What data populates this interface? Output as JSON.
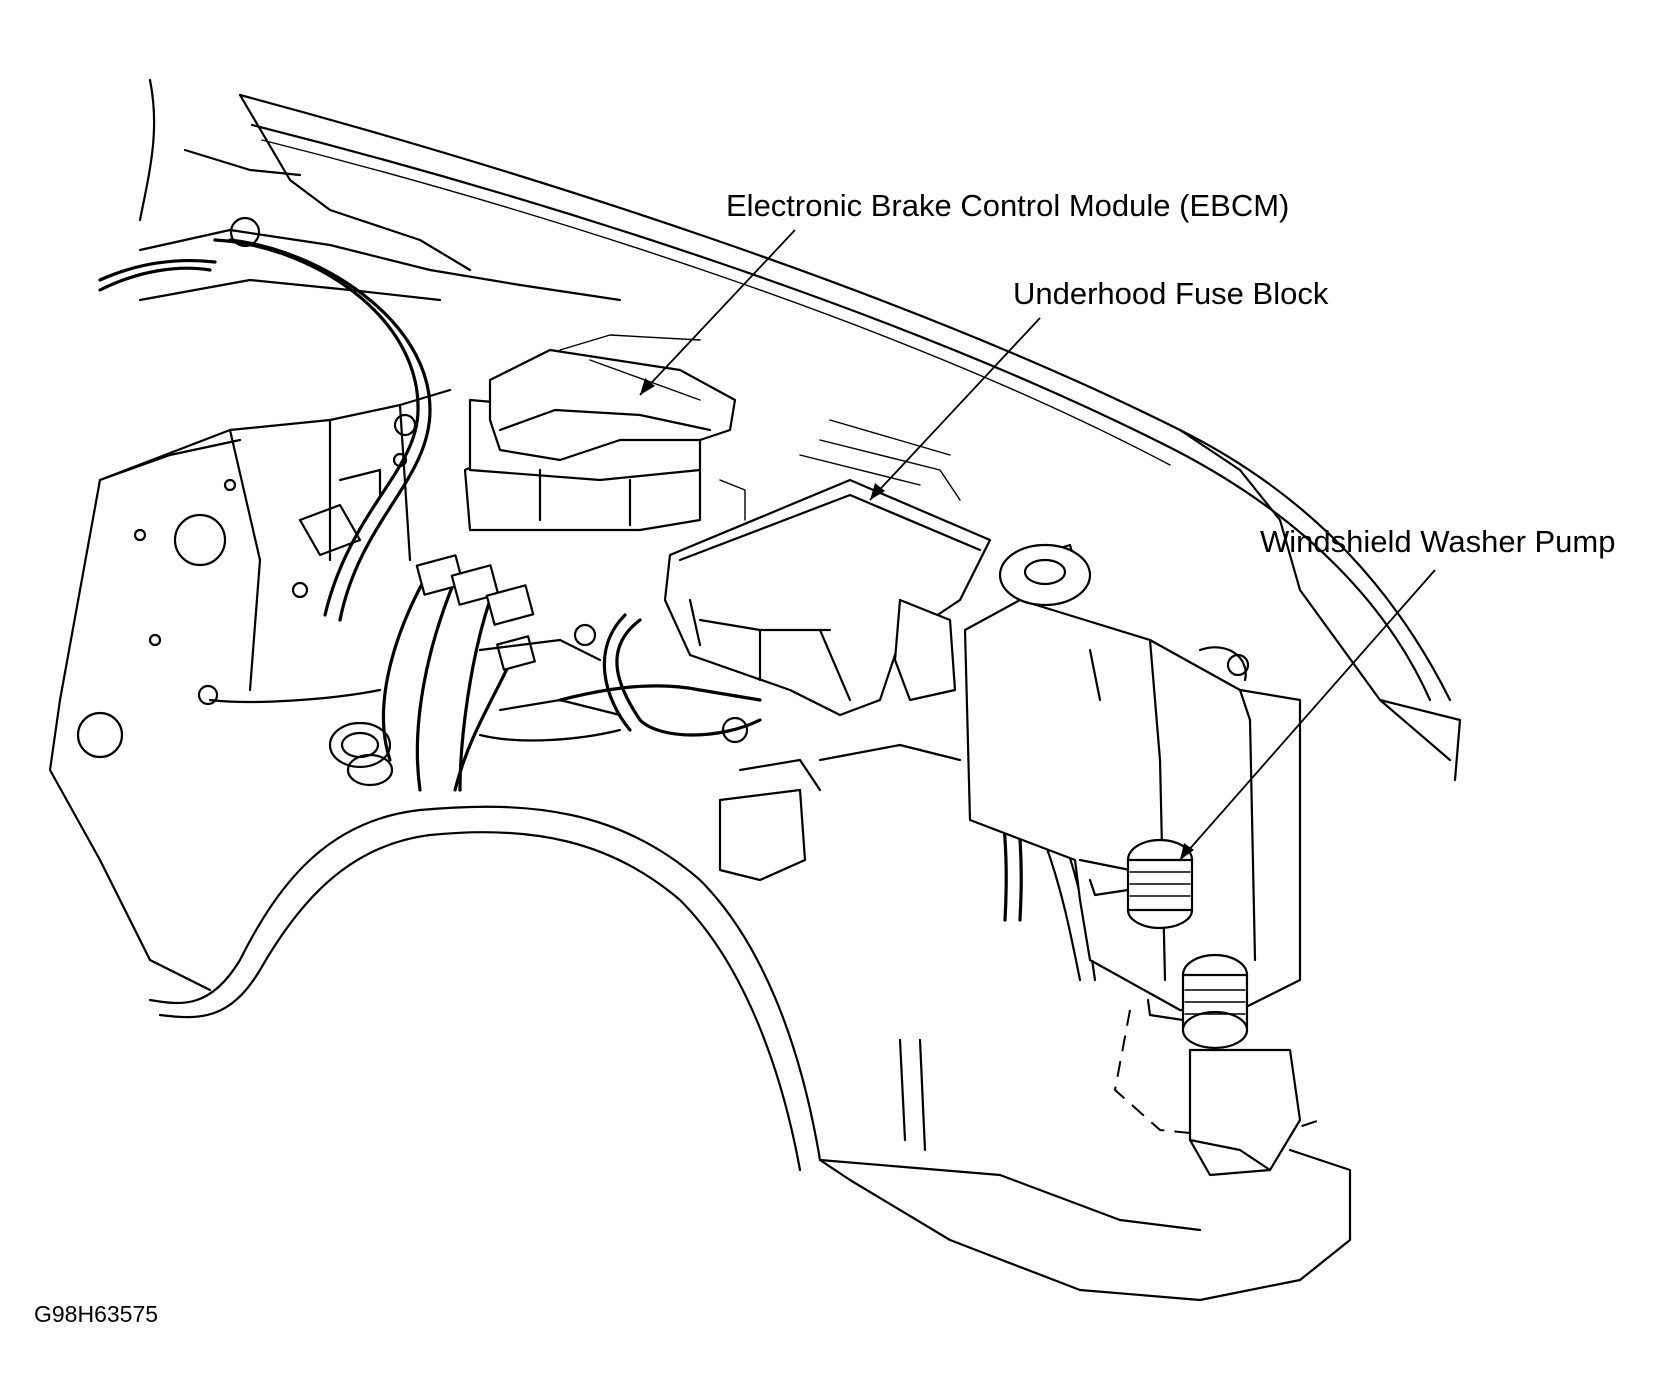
{
  "diagram": {
    "callouts": {
      "ebcm": "Electronic Brake Control Module (EBCM)",
      "fuse_block": "Underhood Fuse Block",
      "washer_pump": "Windshield Washer Pump"
    },
    "figure_code": "G98H63575"
  }
}
